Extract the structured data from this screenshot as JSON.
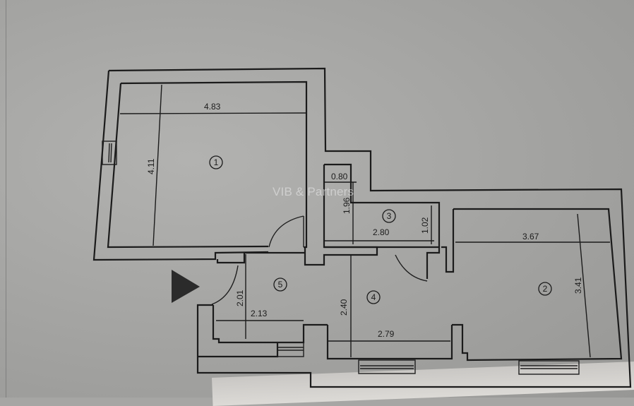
{
  "plan": {
    "watermark": "VIB & Partners",
    "entrance_marker": "triangle-entrance",
    "rooms": [
      {
        "number": "1",
        "width": "4.83",
        "length": "4.11"
      },
      {
        "number": "2",
        "width": "3.67",
        "length": "3.41"
      },
      {
        "number": "3",
        "width": "2.80",
        "length": "1.02"
      },
      {
        "number": "4",
        "width": "2.79",
        "length": "2.40"
      },
      {
        "number": "5",
        "width": "2.13",
        "length": "2.01"
      }
    ],
    "extra_dimensions": {
      "closet_width": "0.80",
      "closet_length": "1.96"
    }
  }
}
